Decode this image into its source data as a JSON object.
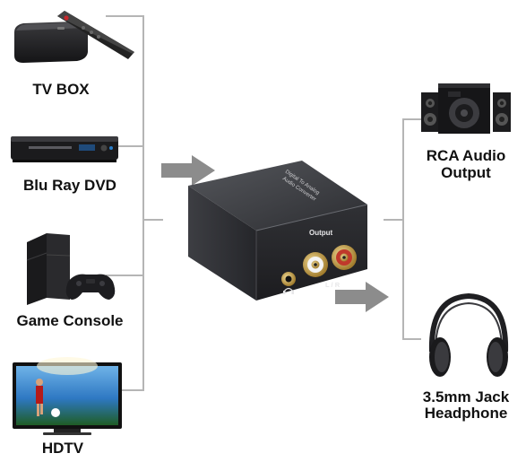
{
  "sources": [
    {
      "label": "TV BOX",
      "icon": "tv-box-icon"
    },
    {
      "label": "Blu Ray DVD",
      "icon": "bluray-player-icon"
    },
    {
      "label": "Game Console",
      "icon": "game-console-icon"
    },
    {
      "label": "HDTV",
      "icon": "hdtv-icon"
    }
  ],
  "converter": {
    "output_label": "Output",
    "channel_label": "L / R",
    "top_text": [
      "Digital To Analog",
      "Audio Converter"
    ]
  },
  "outputs": [
    {
      "label_lines": [
        "RCA Audio",
        "Output"
      ],
      "icon": "speaker-system-icon"
    },
    {
      "label_lines": [
        "3.5mm Jack",
        "Headphone"
      ],
      "icon": "headphone-icon"
    }
  ],
  "colors": {
    "line": "#b5b5b5",
    "arrow": "#8c8c8c",
    "device": "#2b2b2e",
    "gold": "#c9a24a",
    "rca_red": "#c0392b"
  }
}
